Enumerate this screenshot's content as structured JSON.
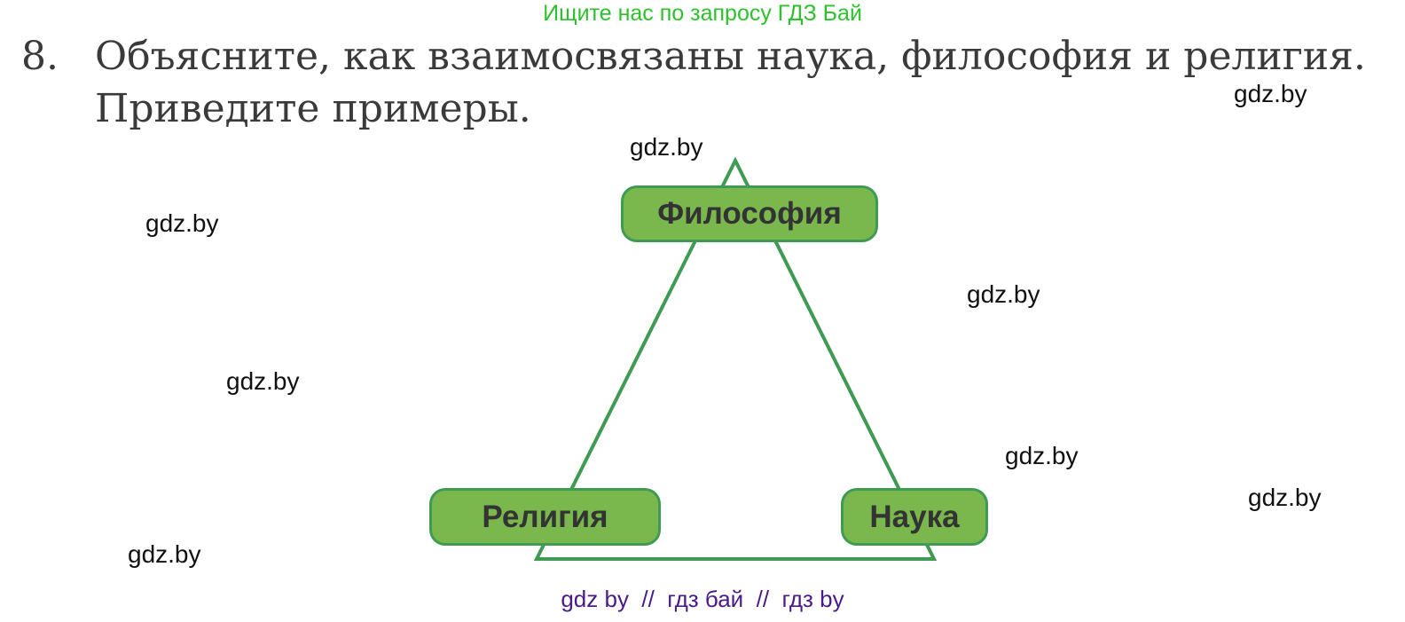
{
  "banner": {
    "text": "Ищите нас по запросу ГДЗ Бай",
    "color": "#2dc12d"
  },
  "task": {
    "number": "8.",
    "line1": "Объясните, как взаимосвязаны наука, философия и религия.",
    "line2": "Приведите примеры."
  },
  "diagram": {
    "shape": "triangle",
    "line_color": "#3f9b53",
    "node_fill": "#7ab84e",
    "nodes": [
      {
        "label": "Философия",
        "position": "top"
      },
      {
        "label": "Религия",
        "position": "bottom-left"
      },
      {
        "label": "Наука",
        "position": "bottom-right"
      }
    ]
  },
  "watermarks": [
    "gdz.by",
    "gdz.by",
    "gdz.by",
    "gdz.by",
    "gdz.by",
    "gdz.by",
    "gdz.by",
    "gdz.by"
  ],
  "footer": {
    "text": "gdz by  //  гдз бай  //  гдз by",
    "color": "#4b1a8a"
  }
}
